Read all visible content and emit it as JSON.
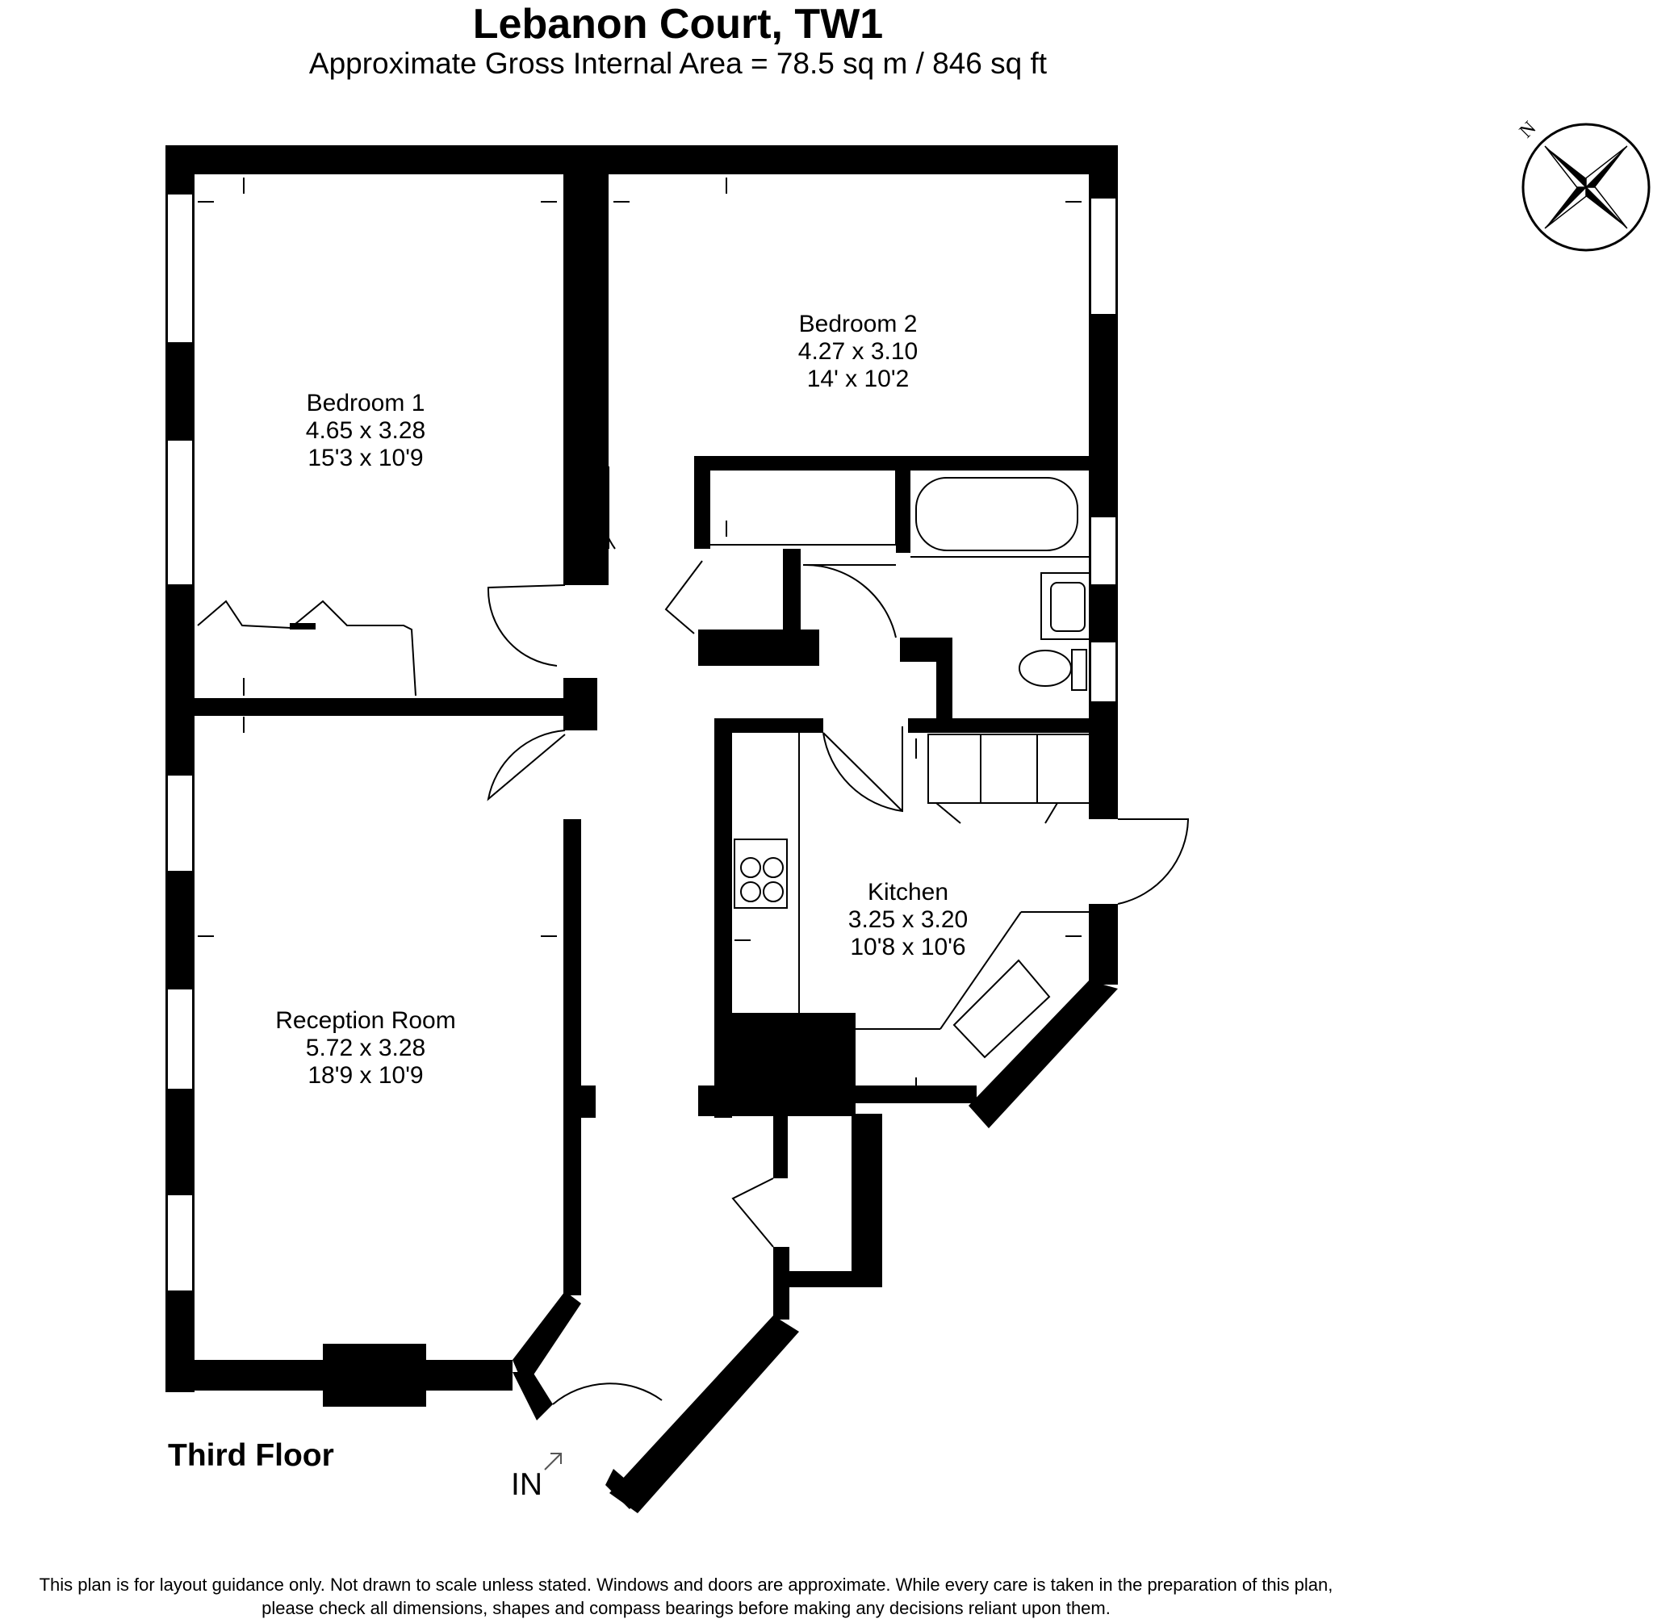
{
  "header": {
    "title": "Lebanon Court, TW1",
    "subtitle": "Approximate Gross Internal Area = 78.5 sq m / 846 sq ft"
  },
  "rooms": {
    "bedroom1": {
      "name": "Bedroom 1",
      "metric": "4.65 x 3.28",
      "imperial": "15'3 x 10'9"
    },
    "bedroom2": {
      "name": "Bedroom 2",
      "metric": "4.27 x 3.10",
      "imperial": "14' x 10'2"
    },
    "reception": {
      "name": "Reception Room",
      "metric": "5.72 x 3.28",
      "imperial": "18'9 x 10'9"
    },
    "kitchen": {
      "name": "Kitchen",
      "metric": "3.25 x 3.20",
      "imperial": "10'8 x 10'6"
    }
  },
  "floor_label": "Third Floor",
  "entrance_label": "IN",
  "compass": {
    "label": "N",
    "icon": "compass-rose-icon"
  },
  "footer": {
    "line1": "This plan is for layout guidance only. Not drawn to scale unless stated. Windows and doors are approximate. While every care is taken in the preparation of this plan,",
    "line2": "please check all dimensions, shapes and compass bearings before making any decisions reliant upon them."
  }
}
